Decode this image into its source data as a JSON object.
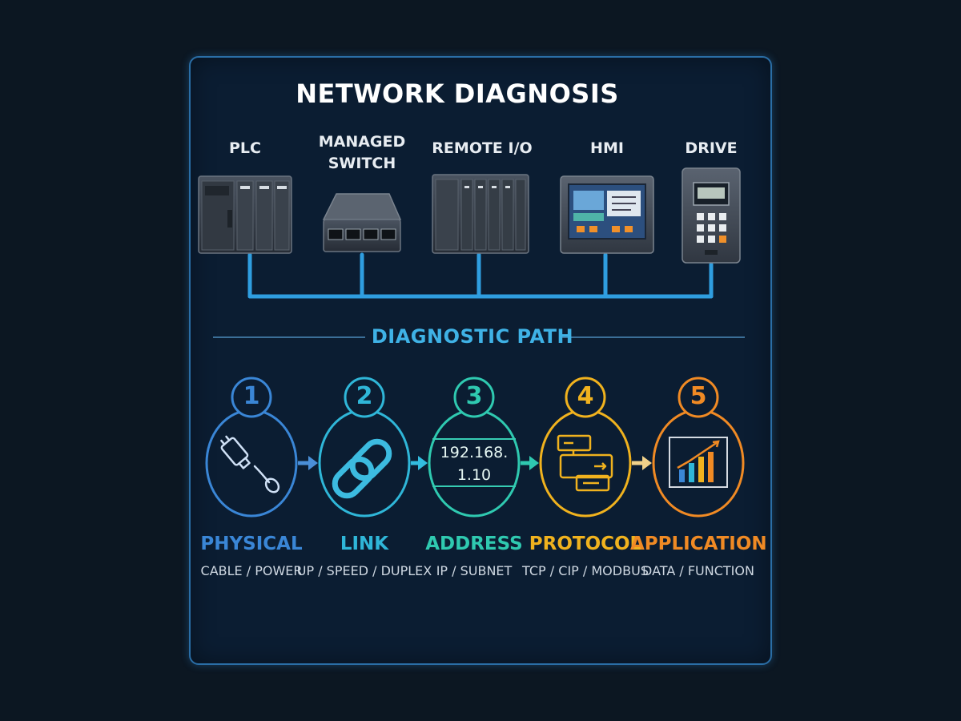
{
  "title": "NETWORK DIAGNOSIS",
  "devices": [
    {
      "label": "PLC",
      "icon": "plc-icon"
    },
    {
      "label": "MANAGED\nSWITCH",
      "icon": "managed-switch-icon"
    },
    {
      "label": "REMOTE I/O",
      "icon": "remote-io-icon"
    },
    {
      "label": "HMI",
      "icon": "hmi-icon"
    },
    {
      "label": "DRIVE",
      "icon": "drive-icon"
    }
  ],
  "section_title": "DIAGNOSTIC PATH",
  "steps": [
    {
      "number": "1",
      "name": "PHYSICAL",
      "sub": "CABLE / POWER",
      "color": "#3a86d6",
      "icon": "cable-plug-icon"
    },
    {
      "number": "2",
      "name": "LINK",
      "sub": "UP / SPEED / DUPLEX",
      "color": "#2fb6d8",
      "icon": "chain-link-icon"
    },
    {
      "number": "3",
      "name": "ADDRESS",
      "sub": "IP / SUBNET",
      "color": "#2fc9b0",
      "icon": "ip-address-icon"
    },
    {
      "number": "4",
      "name": "PROTOCOL",
      "sub": "TCP / CIP / MODBUS",
      "color": "#f0b21e",
      "icon": "protocol-packets-icon"
    },
    {
      "number": "5",
      "name": "APPLICATION",
      "sub": "DATA / FUNCTION",
      "color": "#f08a24",
      "icon": "bar-chart-icon"
    }
  ],
  "ip_text": [
    "192.168.",
    "1.10"
  ],
  "colors": {
    "background": "#0c1722",
    "panel": "#0b1d32",
    "bus": "#2f9ee0",
    "section_title": "#3fb2e6"
  }
}
